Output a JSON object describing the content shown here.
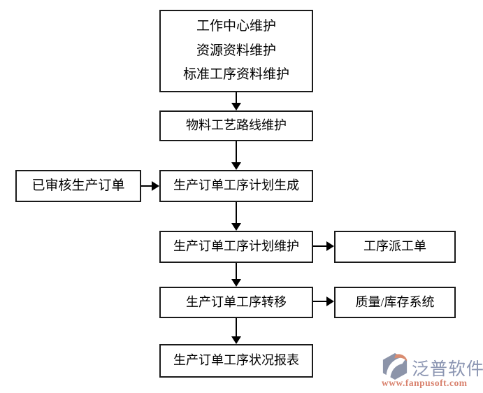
{
  "flowchart": {
    "nodes": {
      "master_data": {
        "line1": "工作中心维护",
        "line2": "资源资料维护",
        "line3": "标准工序资料维护"
      },
      "routing": "物料工艺路线维护",
      "approved_order": "已审核生产订单",
      "plan_generate": "生产订单工序计划生成",
      "plan_maintain": "生产订单工序计划维护",
      "dispatch_order": "工序派工单",
      "transfer": "生产订单工序转移",
      "quality_inventory": "质量/库存系统",
      "status_report": "生产订单工序状况报表"
    },
    "colors": {
      "background": "#ffffff",
      "box_border": "#1a1a1a",
      "text": "#000000",
      "arrow": "#000000"
    }
  },
  "logo": {
    "brand": "泛普软件",
    "website": "www.fanpusoft.com",
    "colors": {
      "brand_text": "#8b95b2",
      "website_text": "#d9826e",
      "icon_base": "#8c94a9",
      "icon_accent": "#d98c70"
    }
  }
}
